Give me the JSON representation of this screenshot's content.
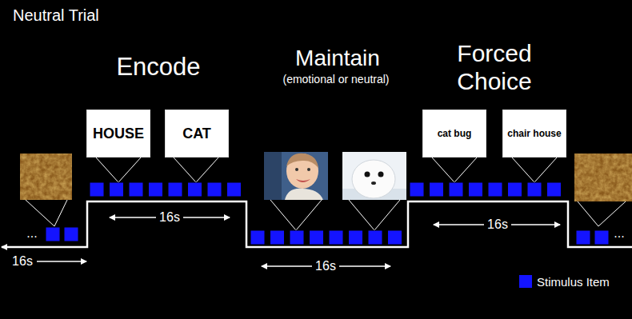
{
  "diagram": {
    "title": "Neutral Trial",
    "nodes": [
      {
        "text": [
          "HOUSE"
        ]
      },
      {
        "text": [
          "CAT"
        ]
      },
      {
        "text": [
          "cat bug"
        ]
      },
      {
        "text": [
          "chair house"
        ]
      }
    ],
    "labels": [
      "Encode",
      "Maintain",
      "(emotional or neutral)",
      "Forced Choice",
      "16s",
      "16s",
      "16s",
      "16s",
      "...",
      "..."
    ],
    "legend": [
      {
        "text": "Stimulus Item",
        "color": "#1414ff"
      }
    ]
  }
}
